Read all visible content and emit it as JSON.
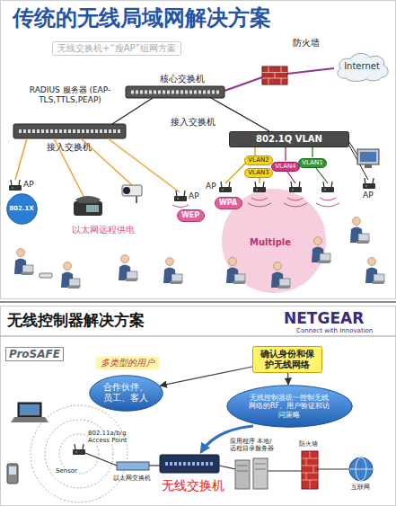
{
  "diagram": {
    "title": "传统的无线局域网解决方案",
    "nodes": [
      {
        "text": [
          "无线交换机+“瘦AP”组网方案"
        ]
      },
      {
        "text": [
          "Internet"
        ]
      },
      {
        "text": [
          "802.1Q VLAN"
        ]
      },
      {
        "text": [
          "VLAN2"
        ]
      },
      {
        "text": [
          "VLAN3"
        ]
      },
      {
        "text": [
          "VLAN4"
        ]
      },
      {
        "text": [
          "VLAN1"
        ]
      },
      {
        "text": [
          "802.1X"
        ]
      },
      {
        "text": [
          "WEP"
        ]
      },
      {
        "text": [
          "WPA"
        ]
      },
      {
        "text": [
          "多类型的用户"
        ]
      },
      {
        "text": [
          "合作伙伴、员工、客人"
        ]
      },
      {
        "text": [
          "确认身份和保护无线网络"
        ]
      },
      {
        "text": [
          "无线控制器统一控制无线网络的RF、用户验证和访问策略"
        ]
      }
    ],
    "edges": [
      {
        "from": 12,
        "to": 13,
        "arrow": "to"
      },
      {
        "from": 12,
        "to": 11,
        "arrow": "to"
      }
    ],
    "labels": [
      "防火墙",
      "核心交换机",
      "RADIUS 服务器 (EAP-TLS,TTLS,PEAP)",
      "接入交换机",
      "接入交换机",
      "AP",
      "AP",
      "AP",
      "AP",
      "以太网远程供电",
      "Multiple",
      "无线控制器解决方案",
      "NETGEAR",
      "Connect with Innovation",
      "ProSAFE",
      "802.11a/b/g Access Point",
      "Sensor",
      "以太网交换机",
      "无线交换机",
      "应用程序 本地/远程目录服务器",
      "防火墙",
      "互联网"
    ]
  }
}
